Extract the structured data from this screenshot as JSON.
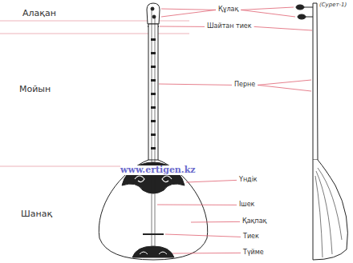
{
  "diagram": {
    "caption": "(Сурет-1)",
    "labels": [
      "Алақан",
      "Құлақ",
      "Шайтан тиек",
      "Перне",
      "Мойын",
      "www.ertigen.kz",
      "Үндік",
      "Ішек",
      "Қақпақ",
      "Тиек",
      "Түйме",
      "Шанақ"
    ]
  }
}
